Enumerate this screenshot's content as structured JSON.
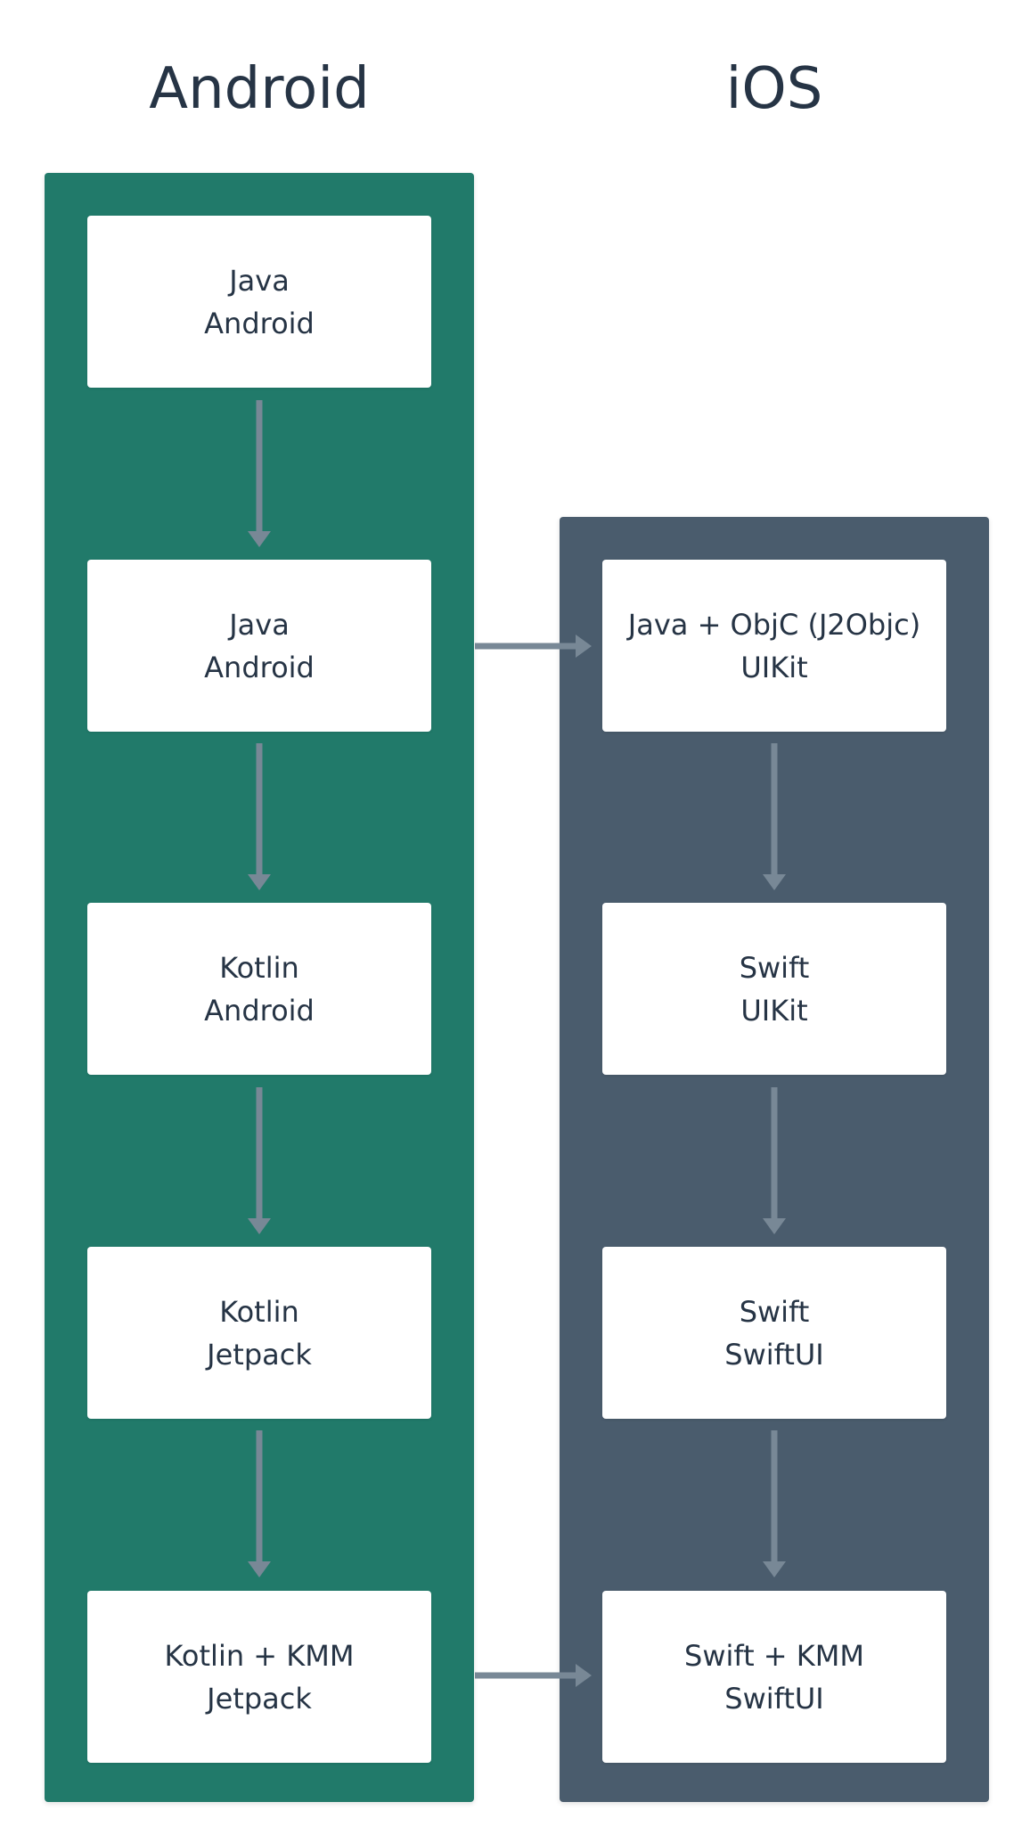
{
  "colors": {
    "android_column": "#217a6a",
    "ios_column": "#4a5c6d",
    "node_background": "#ffffff",
    "node_text": "#263445",
    "arrow": "#788896"
  },
  "columns": {
    "android": {
      "title": "Android",
      "nodes": [
        {
          "line1": "Java",
          "line2": "Android"
        },
        {
          "line1": "Java",
          "line2": "Android"
        },
        {
          "line1": "Kotlin",
          "line2": "Android"
        },
        {
          "line1": "Kotlin",
          "line2": "Jetpack"
        },
        {
          "line1": "Kotlin + KMM",
          "line2": "Jetpack"
        }
      ]
    },
    "ios": {
      "title": "iOS",
      "nodes": [
        {
          "line1": "Java + ObjC (J2Objc)",
          "line2": "UIKit"
        },
        {
          "line1": "Swift",
          "line2": "UIKit"
        },
        {
          "line1": "Swift",
          "line2": "SwiftUI"
        },
        {
          "line1": "Swift + KMM",
          "line2": "SwiftUI"
        }
      ]
    }
  }
}
